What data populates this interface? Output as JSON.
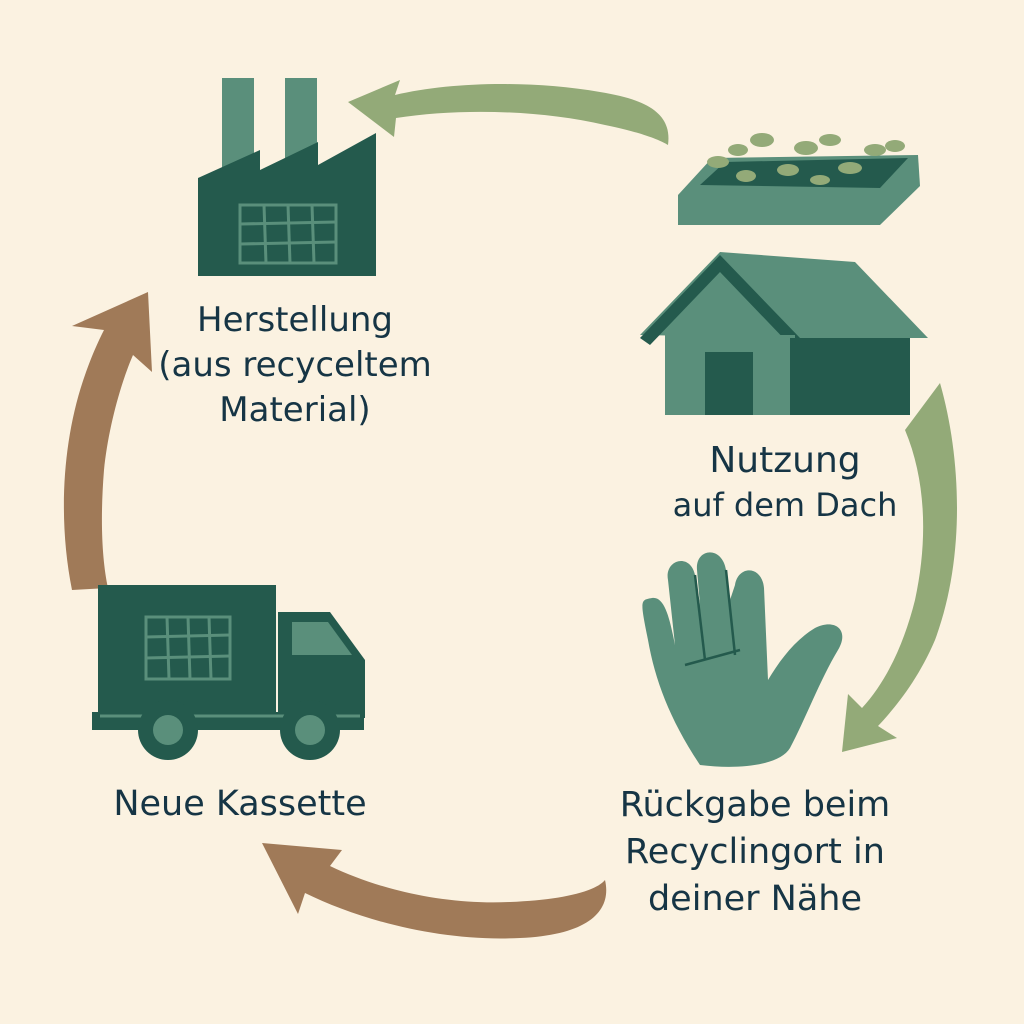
{
  "colors": {
    "background": "#fbf2e1",
    "dark_green": "#245a4d",
    "mid_green": "#5a8f7b",
    "light_green": "#93aa78",
    "brown": "#a07a58",
    "text": "#163545"
  },
  "steps": {
    "herstellung": {
      "icon": "factory-icon",
      "lines": [
        "Herstellung",
        "(aus recyceltem",
        "Material)"
      ]
    },
    "nutzung": {
      "icon": "house-with-green-roof-icon",
      "title": "Nutzung",
      "subtitle": "auf dem Dach"
    },
    "rueckgabe": {
      "icon": "hand-icon",
      "lines": [
        "Rückgabe beim",
        "Recyclingort in",
        "deiner Nähe"
      ]
    },
    "kassette": {
      "icon": "truck-icon",
      "label": "Neue Kassette"
    }
  },
  "arrows": [
    "arrow-top-to-roof-icon",
    "arrow-right-down-icon",
    "arrow-bottom-to-truck-icon",
    "arrow-left-up-icon"
  ]
}
